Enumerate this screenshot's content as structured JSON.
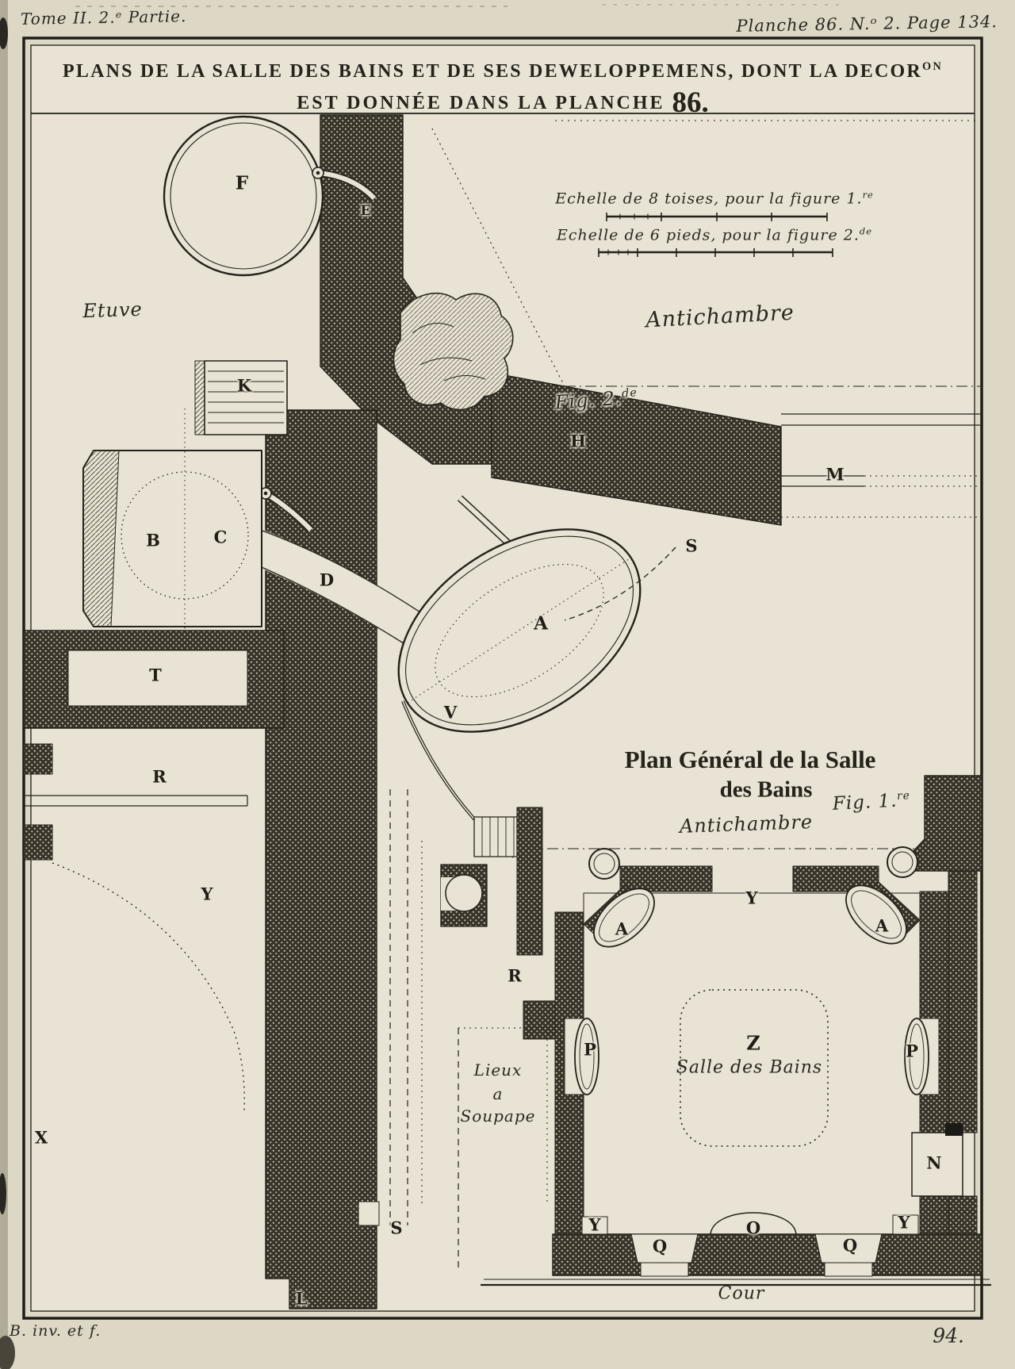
{
  "page": {
    "header_left": "Tome II. 2.ᵉ Partie.",
    "header_right": "Planche 86. N.ᵒ 2. Page 134.",
    "footer_left": "B. inv. et f.",
    "footer_right": "94."
  },
  "plate": {
    "title_line1": "PLANS DE LA SALLE DES BAINS ET DE SES DEWELOPPEMENS, DONT LA DECOR",
    "title_line1_sup": "ON",
    "title_line2_pre": "EST DONNÉE DANS LA PLANCHE ",
    "title_line2_num": "86.",
    "scale1": "Echelle de 8 toises, pour la figure 1.",
    "scale1_sup": "re",
    "scale2": "Echelle de 6 pieds, pour la figure 2.",
    "scale2_sup": "de"
  },
  "figure2": {
    "caption": "Fig. 2.",
    "caption_sup": "de",
    "room_etuve": "Etuve",
    "room_antichambre": "Antichambre",
    "letters": [
      {
        "label": "F"
      },
      {
        "label": "E"
      },
      {
        "label": "K"
      },
      {
        "label": "B"
      },
      {
        "label": "C"
      },
      {
        "label": "D"
      },
      {
        "label": "H"
      },
      {
        "label": "M"
      },
      {
        "label": "S"
      },
      {
        "label": "A"
      },
      {
        "label": "V"
      },
      {
        "label": "T"
      },
      {
        "label": "R"
      },
      {
        "label": "Y"
      },
      {
        "label": "X"
      },
      {
        "label": "S"
      },
      {
        "label": "L"
      }
    ]
  },
  "figure1": {
    "title_line1": "Plan Général de la Salle",
    "title_line2": "des Bains",
    "caption": "Fig. 1.",
    "caption_sup": "re",
    "room_antichambre": "Antichambre",
    "room_salle": "Salle des Bains",
    "lieux": [
      "Lieux",
      "a",
      "Soupape"
    ],
    "room_cour": "Cour",
    "letters": [
      {
        "label": "R"
      },
      {
        "label": "A"
      },
      {
        "label": "Y"
      },
      {
        "label": "A"
      },
      {
        "label": "P"
      },
      {
        "label": "Z"
      },
      {
        "label": "P"
      },
      {
        "label": "N"
      },
      {
        "label": "Y"
      },
      {
        "label": "O"
      },
      {
        "label": "Y"
      },
      {
        "label": "Q"
      },
      {
        "label": "Q"
      }
    ]
  },
  "colors": {
    "paper": "#e8e3d4",
    "ink": "#24211a"
  }
}
